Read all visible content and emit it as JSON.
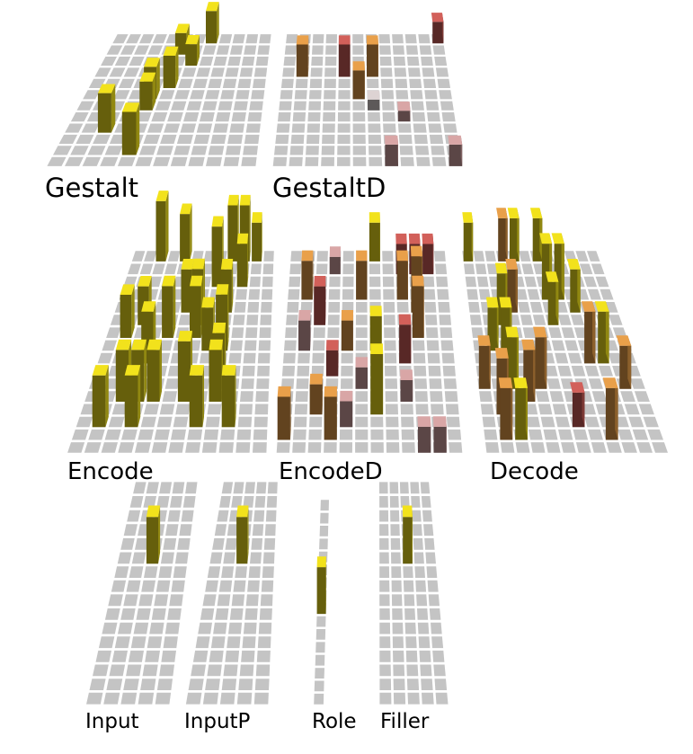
{
  "colors": {
    "cell": "#c4c4c4",
    "grid_line": "#ffffff",
    "active": "#f2e21c",
    "orange": "#e9a04a",
    "red": "#d2605a",
    "pink": "#d9a6a6",
    "faint": "#ddd3d3"
  },
  "layers": [
    {
      "id": "gestalt",
      "label": "Gestalt",
      "cols": 12,
      "rows": 12,
      "blocks": [
        {
          "col": 7,
          "row": 0,
          "h": 0.9,
          "c": "active"
        },
        {
          "col": 5,
          "row": 1,
          "h": 0.6,
          "c": "active"
        },
        {
          "col": 6,
          "row": 2,
          "h": 0.6,
          "c": "active"
        },
        {
          "col": 5,
          "row": 4,
          "h": 0.9,
          "c": "active"
        },
        {
          "col": 4,
          "row": 5,
          "h": 0.9,
          "c": "active"
        },
        {
          "col": 4,
          "row": 6,
          "h": 0.8,
          "c": "active"
        },
        {
          "col": 2,
          "row": 8,
          "h": 1.1,
          "c": "active"
        },
        {
          "col": 4,
          "row": 10,
          "h": 1.2,
          "c": "active"
        }
      ]
    },
    {
      "id": "gestaltd",
      "label": "GestaltD",
      "cols": 12,
      "rows": 12,
      "blocks": [
        {
          "col": 11,
          "row": 0,
          "h": 0.6,
          "c": "red"
        },
        {
          "col": 1,
          "row": 3,
          "h": 0.9,
          "c": "orange"
        },
        {
          "col": 4,
          "row": 3,
          "h": 0.9,
          "c": "red"
        },
        {
          "col": 6,
          "row": 3,
          "h": 0.9,
          "c": "orange"
        },
        {
          "col": 5,
          "row": 5,
          "h": 0.8,
          "c": "orange"
        },
        {
          "col": 6,
          "row": 6,
          "h": 0.3,
          "c": "faint"
        },
        {
          "col": 8,
          "row": 7,
          "h": 0.3,
          "c": "pink"
        },
        {
          "col": 7,
          "row": 11,
          "h": 0.6,
          "c": "pink"
        },
        {
          "col": 11,
          "row": 11,
          "h": 0.6,
          "c": "pink"
        }
      ]
    },
    {
      "id": "encode",
      "label": "Encode",
      "cols": 12,
      "rows": 16,
      "blocks": [
        {
          "col": 2,
          "row": 0,
          "h": 1.4,
          "c": "active"
        },
        {
          "col": 4,
          "row": 0,
          "h": 1.1,
          "c": "active"
        },
        {
          "col": 8,
          "row": 0,
          "h": 1.3,
          "c": "active"
        },
        {
          "col": 9,
          "row": 0,
          "h": 1.3,
          "c": "active"
        },
        {
          "col": 10,
          "row": 0,
          "h": 0.9,
          "c": "active"
        },
        {
          "col": 7,
          "row": 2,
          "h": 1.4,
          "c": "active"
        },
        {
          "col": 9,
          "row": 2,
          "h": 1.0,
          "c": "active"
        },
        {
          "col": 5,
          "row": 4,
          "h": 1.0,
          "c": "active"
        },
        {
          "col": 8,
          "row": 4,
          "h": 1.0,
          "c": "active"
        },
        {
          "col": 2,
          "row": 5,
          "h": 0.9,
          "c": "active"
        },
        {
          "col": 6,
          "row": 5,
          "h": 1.3,
          "c": "active"
        },
        {
          "col": 1,
          "row": 6,
          "h": 1.0,
          "c": "active"
        },
        {
          "col": 4,
          "row": 6,
          "h": 1.2,
          "c": "active"
        },
        {
          "col": 6,
          "row": 6,
          "h": 1.2,
          "c": "active"
        },
        {
          "col": 7,
          "row": 7,
          "h": 1.0,
          "c": "active"
        },
        {
          "col": 8,
          "row": 7,
          "h": 1.3,
          "c": "active"
        },
        {
          "col": 3,
          "row": 8,
          "h": 1.2,
          "c": "active"
        },
        {
          "col": 8,
          "row": 9,
          "h": 1.0,
          "c": "active"
        },
        {
          "col": 2,
          "row": 11,
          "h": 1.2,
          "c": "active"
        },
        {
          "col": 3,
          "row": 11,
          "h": 1.2,
          "c": "active"
        },
        {
          "col": 4,
          "row": 11,
          "h": 1.2,
          "c": "active"
        },
        {
          "col": 6,
          "row": 11,
          "h": 1.4,
          "c": "active"
        },
        {
          "col": 8,
          "row": 11,
          "h": 1.2,
          "c": "active"
        },
        {
          "col": 1,
          "row": 13,
          "h": 1.2,
          "c": "active"
        },
        {
          "col": 3,
          "row": 13,
          "h": 1.2,
          "c": "active"
        },
        {
          "col": 7,
          "row": 13,
          "h": 1.2,
          "c": "active"
        },
        {
          "col": 9,
          "row": 13,
          "h": 1.2,
          "c": "active"
        }
      ]
    },
    {
      "id": "encoded",
      "label": "EncodeD",
      "cols": 12,
      "rows": 16,
      "blocks": [
        {
          "col": 6,
          "row": 0,
          "h": 0.9,
          "c": "active"
        },
        {
          "col": 8,
          "row": 1,
          "h": 0.7,
          "c": "red"
        },
        {
          "col": 9,
          "row": 1,
          "h": 0.7,
          "c": "red"
        },
        {
          "col": 10,
          "row": 1,
          "h": 0.7,
          "c": "red"
        },
        {
          "col": 3,
          "row": 1,
          "h": 0.4,
          "c": "pink"
        },
        {
          "col": 1,
          "row": 3,
          "h": 0.9,
          "c": "orange"
        },
        {
          "col": 5,
          "row": 3,
          "h": 0.9,
          "c": "orange"
        },
        {
          "col": 8,
          "row": 3,
          "h": 0.9,
          "c": "orange"
        },
        {
          "col": 9,
          "row": 4,
          "h": 1.3,
          "c": "orange"
        },
        {
          "col": 2,
          "row": 5,
          "h": 0.9,
          "c": "red"
        },
        {
          "col": 9,
          "row": 6,
          "h": 1.2,
          "c": "orange"
        },
        {
          "col": 1,
          "row": 7,
          "h": 0.7,
          "c": "pink"
        },
        {
          "col": 4,
          "row": 7,
          "h": 0.7,
          "c": "orange"
        },
        {
          "col": 6,
          "row": 7,
          "h": 0.8,
          "c": "active"
        },
        {
          "col": 8,
          "row": 8,
          "h": 0.9,
          "c": "red"
        },
        {
          "col": 3,
          "row": 9,
          "h": 0.6,
          "c": "red"
        },
        {
          "col": 5,
          "row": 10,
          "h": 0.5,
          "c": "pink"
        },
        {
          "col": 8,
          "row": 11,
          "h": 0.5,
          "c": "pink"
        },
        {
          "col": 2,
          "row": 12,
          "h": 0.7,
          "c": "orange"
        },
        {
          "col": 6,
          "row": 12,
          "h": 1.4,
          "c": "active"
        },
        {
          "col": 4,
          "row": 13,
          "h": 0.6,
          "c": "pink"
        },
        {
          "col": 0,
          "row": 14,
          "h": 1.0,
          "c": "orange"
        },
        {
          "col": 3,
          "row": 14,
          "h": 1.0,
          "c": "orange"
        },
        {
          "col": 9,
          "row": 15,
          "h": 0.6,
          "c": "pink"
        },
        {
          "col": 10,
          "row": 15,
          "h": 0.6,
          "c": "pink"
        }
      ]
    },
    {
      "id": "decode",
      "label": "Decode",
      "cols": 12,
      "rows": 16,
      "blocks": [
        {
          "col": 0,
          "row": 0,
          "h": 0.9,
          "c": "active"
        },
        {
          "col": 3,
          "row": 0,
          "h": 1.0,
          "c": "orange"
        },
        {
          "col": 4,
          "row": 0,
          "h": 1.0,
          "c": "active"
        },
        {
          "col": 6,
          "row": 0,
          "h": 1.0,
          "c": "active"
        },
        {
          "col": 6,
          "row": 3,
          "h": 1.3,
          "c": "active"
        },
        {
          "col": 7,
          "row": 3,
          "h": 1.3,
          "c": "active"
        },
        {
          "col": 3,
          "row": 4,
          "h": 1.0,
          "c": "orange"
        },
        {
          "col": 8,
          "row": 4,
          "h": 1.0,
          "c": "active"
        },
        {
          "col": 2,
          "row": 5,
          "h": 1.2,
          "c": "active"
        },
        {
          "col": 6,
          "row": 5,
          "h": 1.0,
          "c": "active"
        },
        {
          "col": 1,
          "row": 7,
          "h": 1.0,
          "c": "active"
        },
        {
          "col": 2,
          "row": 7,
          "h": 1.0,
          "c": "active"
        },
        {
          "col": 8,
          "row": 8,
          "h": 1.2,
          "c": "orange"
        },
        {
          "col": 9,
          "row": 8,
          "h": 1.2,
          "c": "active"
        },
        {
          "col": 0,
          "row": 10,
          "h": 1.0,
          "c": "orange"
        },
        {
          "col": 2,
          "row": 10,
          "h": 1.2,
          "c": "active"
        },
        {
          "col": 4,
          "row": 10,
          "h": 1.2,
          "c": "orange"
        },
        {
          "col": 10,
          "row": 10,
          "h": 1.0,
          "c": "orange"
        },
        {
          "col": 3,
          "row": 11,
          "h": 1.2,
          "c": "orange"
        },
        {
          "col": 1,
          "row": 12,
          "h": 1.3,
          "c": "orange"
        },
        {
          "col": 6,
          "row": 13,
          "h": 0.8,
          "c": "red"
        },
        {
          "col": 1,
          "row": 14,
          "h": 1.2,
          "c": "orange"
        },
        {
          "col": 2,
          "row": 14,
          "h": 1.2,
          "c": "active"
        },
        {
          "col": 8,
          "row": 14,
          "h": 1.2,
          "c": "orange"
        }
      ]
    },
    {
      "id": "input",
      "label": "Input",
      "cols": 5,
      "rows": 16,
      "blocks": [
        {
          "col": 2,
          "row": 5,
          "h": 1.3,
          "c": "active"
        }
      ]
    },
    {
      "id": "inputp",
      "label": "InputP",
      "cols": 5,
      "rows": 16,
      "blocks": [
        {
          "col": 2,
          "row": 5,
          "h": 1.3,
          "c": "active"
        }
      ]
    },
    {
      "id": "role",
      "label": "Role",
      "cols": 1,
      "rows": 16,
      "blocks": [
        {
          "col": 0,
          "row": 8,
          "h": 1.3,
          "c": "active"
        }
      ]
    },
    {
      "id": "filler",
      "label": "Filler",
      "cols": 5,
      "rows": 16,
      "blocks": [
        {
          "col": 2,
          "row": 5,
          "h": 1.3,
          "c": "active"
        }
      ]
    }
  ]
}
